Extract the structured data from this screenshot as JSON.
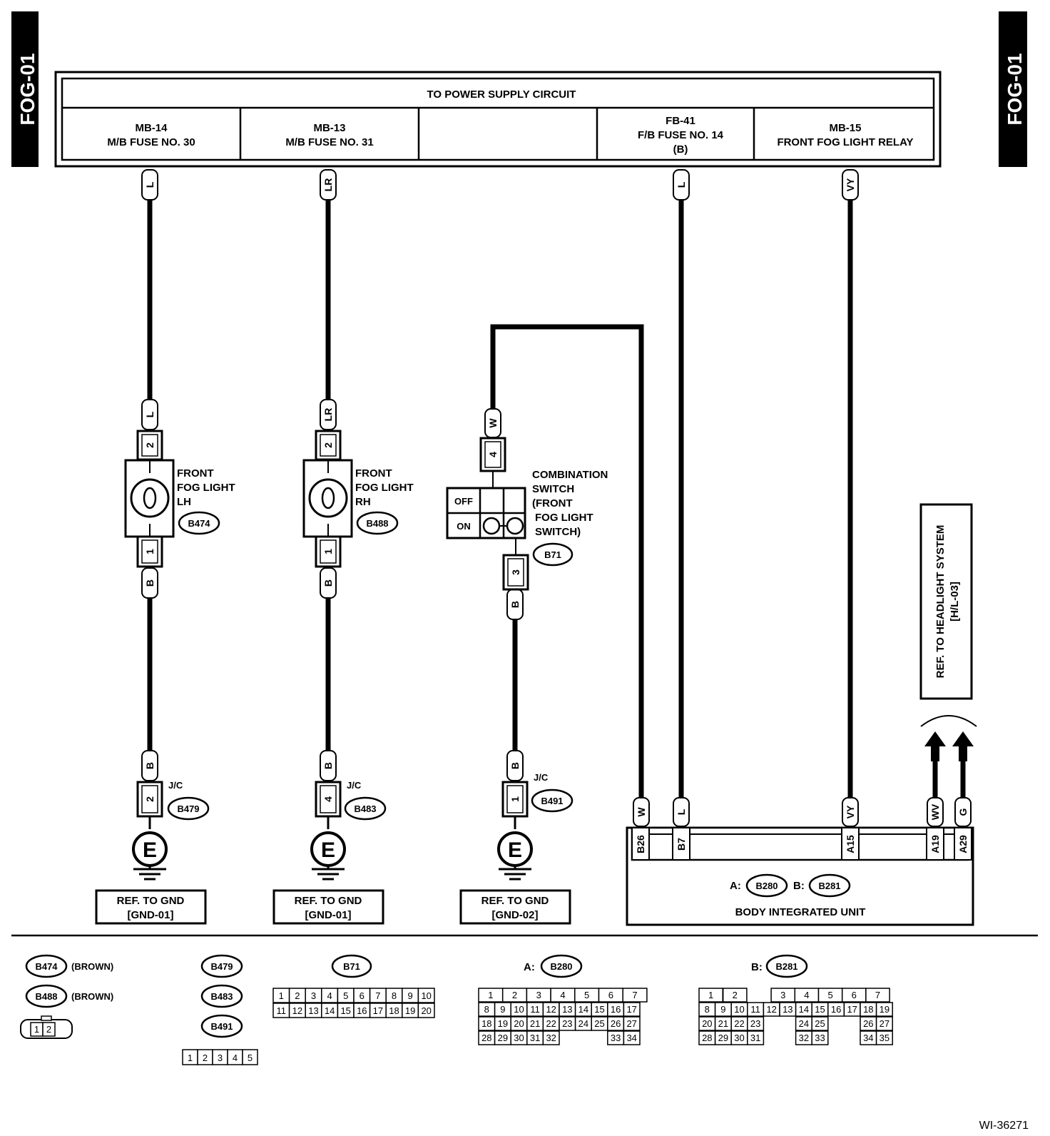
{
  "page_tab": "FOG-01",
  "header": {
    "title": "TO POWER SUPPLY CIRCUIT",
    "cells": [
      {
        "l1": "MB-14",
        "l2": "M/B FUSE NO. 30",
        "l3": ""
      },
      {
        "l1": "MB-13",
        "l2": "M/B FUSE NO. 31",
        "l3": ""
      },
      {
        "l1": "",
        "l2": "",
        "l3": ""
      },
      {
        "l1": "FB-41",
        "l2": "F/B FUSE NO. 14",
        "l3": "(B)"
      },
      {
        "l1": "MB-15",
        "l2": "FRONT FOG LIGHT RELAY",
        "l3": ""
      }
    ]
  },
  "wire_colors": {
    "lh_top": "L",
    "rh_top": "LR",
    "fb41": "L",
    "relay": "VY",
    "lh_mid": "L",
    "rh_mid": "LR",
    "sw_top": "W",
    "lh_bot": "B",
    "rh_bot": "B",
    "sw_bot": "B",
    "lh_gnd": "B",
    "rh_gnd": "B",
    "sw_gnd": "B",
    "biu_w": "W",
    "biu_l": "L",
    "biu_vy": "VY",
    "biu_wv": "WV",
    "biu_g": "G"
  },
  "pins": {
    "lh_2": "2",
    "lh_1": "1",
    "rh_2": "2",
    "rh_1": "1",
    "sw_4": "4",
    "sw_3": "3",
    "jc_lh": "2",
    "jc_rh": "4",
    "jc_sw": "1"
  },
  "components": {
    "fog_lh": {
      "line1": "FRONT",
      "line2": "FOG LIGHT",
      "line3": "LH",
      "connector": "B474"
    },
    "fog_rh": {
      "line1": "FRONT",
      "line2": "FOG LIGHT",
      "line3": "RH",
      "connector": "B488"
    },
    "combo_switch": {
      "line1": "COMBINATION",
      "line2": "SWITCH",
      "line3": "(FRONT",
      "line4": "FOG LIGHT",
      "line5": "SWITCH)",
      "connector": "B71",
      "off": "OFF",
      "on": "ON"
    },
    "jc_lh": {
      "label": "J/C",
      "connector": "B479"
    },
    "jc_rh": {
      "label": "J/C",
      "connector": "B483"
    },
    "jc_sw": {
      "label": "J/C",
      "connector": "B491"
    },
    "ground_symbol": "E"
  },
  "gnd_refs": [
    {
      "l1": "REF. TO GND",
      "l2": "[GND-01]"
    },
    {
      "l1": "REF. TO GND",
      "l2": "[GND-01]"
    },
    {
      "l1": "REF. TO GND",
      "l2": "[GND-02]"
    }
  ],
  "headlight_ref": {
    "l1": "REF. TO HEADLIGHT SYSTEM",
    "l2": "[H/L-03]"
  },
  "biu": {
    "name": "BODY INTEGRATED UNIT",
    "a_prefix": "A:",
    "a_conn": "B280",
    "b_prefix": "B:",
    "b_conn": "B281",
    "pins": [
      "B26",
      "B7",
      "A15",
      "A19",
      "A29"
    ]
  },
  "legend": {
    "b474": "B474",
    "b474_color": "(BROWN)",
    "b488": "B488",
    "b488_color": "(BROWN)",
    "two_pin": [
      "1",
      "2"
    ],
    "b479": "B479",
    "b483": "B483",
    "b491": "B491",
    "five_pin": [
      "1",
      "2",
      "3",
      "4",
      "5"
    ],
    "b71": "B71",
    "b71_row1": [
      "1",
      "2",
      "3",
      "4",
      "5",
      "6",
      "7",
      "8",
      "9",
      "10"
    ],
    "b71_row2": [
      "11",
      "12",
      "13",
      "14",
      "15",
      "16",
      "17",
      "18",
      "19",
      "20"
    ],
    "b280_prefix": "A:",
    "b280": "B280",
    "b280_rows": [
      [
        "1",
        "2",
        "3",
        "4",
        "5",
        "6",
        "7"
      ],
      [
        "8",
        "9",
        "10",
        "11",
        "12",
        "13",
        "14",
        "15",
        "16",
        "17"
      ],
      [
        "18",
        "19",
        "20",
        "21",
        "22",
        "23",
        "24",
        "25",
        "26",
        "27"
      ],
      [
        "28",
        "29",
        "30",
        "31",
        "32",
        "33",
        "34"
      ]
    ],
    "b281_prefix": "B:",
    "b281": "B281",
    "b281_rows": [
      [
        "1",
        "2",
        "3",
        "4",
        "5",
        "6",
        "7"
      ],
      [
        "8",
        "9",
        "10",
        "11",
        "12",
        "13",
        "14",
        "15",
        "16",
        "17",
        "18",
        "19"
      ],
      [
        "20",
        "21",
        "22",
        "23",
        "24",
        "25",
        "26",
        "27"
      ],
      [
        "28",
        "29",
        "30",
        "31",
        "32",
        "33",
        "34",
        "35"
      ]
    ]
  },
  "figure_id": "WI-36271"
}
